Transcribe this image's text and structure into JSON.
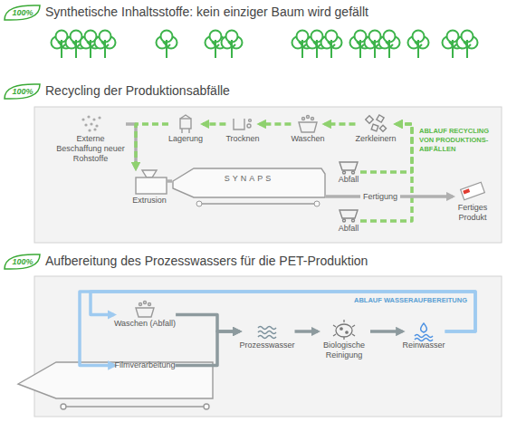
{
  "diagram": {
    "nodes": [
      {
        "text": [
          "Externe Beschaffung neuer Rohstoffe"
        ]
      },
      {
        "text": [
          "Lagerung"
        ]
      },
      {
        "text": [
          "Trocknen"
        ]
      },
      {
        "text": [
          "Waschen"
        ]
      },
      {
        "text": [
          "Zerkleinern"
        ]
      },
      {
        "text": [
          "Extrusion"
        ]
      },
      {
        "text": [
          "SYNAPS"
        ]
      },
      {
        "text": [
          "Abfall"
        ]
      },
      {
        "text": [
          "Abfall"
        ]
      },
      {
        "text": [
          "Fertiges Produkt"
        ]
      },
      {
        "text": [
          "Waschen (Abfall)"
        ]
      },
      {
        "text": [
          "Filmverarbeitung"
        ]
      },
      {
        "text": [
          "Prozesswasser"
        ]
      },
      {
        "text": [
          "Biologische Reinigung"
        ]
      },
      {
        "text": [
          "Reinwasser"
        ]
      }
    ],
    "edges": [
      {
        "from": 0,
        "to": 5,
        "arrow": "to"
      },
      {
        "from": 1,
        "to": 5,
        "arrow": "to"
      },
      {
        "from": 4,
        "to": 3,
        "arrow": "to"
      },
      {
        "from": 3,
        "to": 2,
        "arrow": "to"
      },
      {
        "from": 2,
        "to": 1,
        "arrow": "to"
      },
      {
        "from": 7,
        "to": 4,
        "arrow": "to"
      },
      {
        "from": 8,
        "to": 4,
        "arrow": "to"
      },
      {
        "from": 5,
        "to": 6,
        "arrow": "none"
      },
      {
        "from": 6,
        "to": 9,
        "label": "Fertigung",
        "arrow": "to"
      },
      {
        "from": 10,
        "to": 12,
        "arrow": "to"
      },
      {
        "from": 11,
        "to": 12,
        "arrow": "to"
      },
      {
        "from": 12,
        "to": 13,
        "arrow": "to"
      },
      {
        "from": 13,
        "to": 14,
        "arrow": "to"
      },
      {
        "from": 14,
        "to": 10,
        "arrow": "to"
      },
      {
        "from": 14,
        "to": 11,
        "arrow": "to"
      }
    ],
    "labels": [
      "100%",
      "Synthetische Inhaltsstoffe: kein einziger Baum wird gefällt",
      "100%",
      "Recycling der Produktionsabfälle",
      "ABLAUF RECYCLING VON PRODUKTIONS-ABFÄLLEN",
      "100%",
      "Aufbereitung des Prozesswassers für die PET-Produktion",
      "ABLAUF WASSERAUFBEREITUNG"
    ]
  }
}
